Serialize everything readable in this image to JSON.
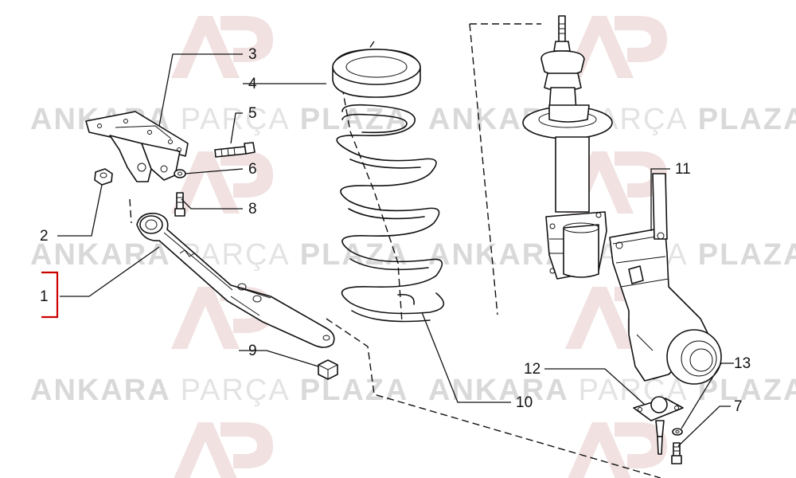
{
  "watermark": {
    "brand_bold_left": "ANKARA",
    "brand_light": "PARÇA",
    "brand_bold_right": "PLAZA",
    "logo_letters": "AP",
    "color_logo": "#e6c9c9",
    "color_text": "#d9d9d9"
  },
  "callouts": [
    {
      "id": "c1",
      "label": "1"
    },
    {
      "id": "c2",
      "label": "2"
    },
    {
      "id": "c3",
      "label": "3"
    },
    {
      "id": "c4",
      "label": "4"
    },
    {
      "id": "c5",
      "label": "5"
    },
    {
      "id": "c6",
      "label": "6"
    },
    {
      "id": "c7",
      "label": "7"
    },
    {
      "id": "c8",
      "label": "8"
    },
    {
      "id": "c9",
      "label": "9"
    },
    {
      "id": "c10",
      "label": "10"
    },
    {
      "id": "c11",
      "label": "11"
    },
    {
      "id": "c12",
      "label": "12"
    },
    {
      "id": "c13",
      "label": "13"
    }
  ],
  "highlight": {
    "callout": "1",
    "color": "#cc0000"
  }
}
